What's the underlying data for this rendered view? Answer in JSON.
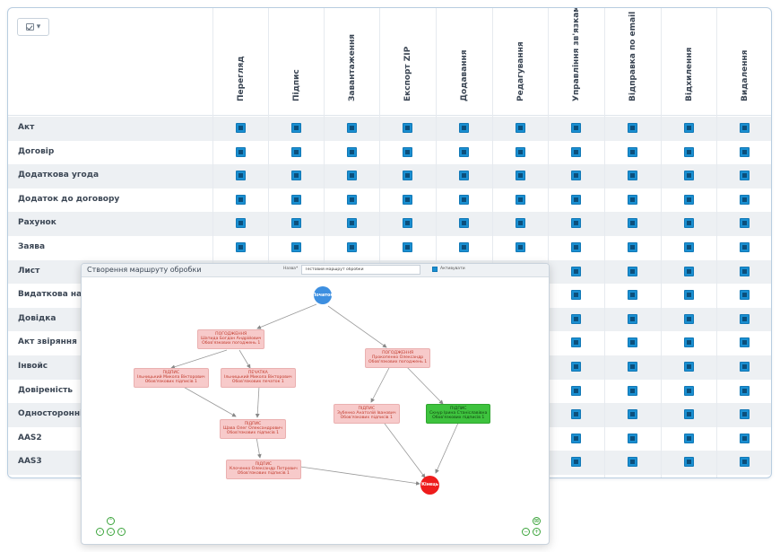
{
  "toolbar": {
    "select_icon": "checkbox-icon",
    "caret_icon": "caret-down-icon"
  },
  "columns": [
    "Перегляд",
    "Підпис",
    "Завантаження",
    "Експорт ZIP",
    "Додавання",
    "Редагування",
    "Управління зв'язками",
    "Відправка по email",
    "Відхилення",
    "Видалення"
  ],
  "rows": [
    "Акт",
    "Договір",
    "Додаткова угода",
    "Додаток до договору",
    "Рахунок",
    "Заява",
    "Лист",
    "Видаткова накл",
    "Довідка",
    "Акт звіряння",
    "Інвойс",
    "Довіреність",
    "Односторонній д",
    "AAS2",
    "AAS3"
  ],
  "cell_state": "checked",
  "colors": {
    "checkbox": "#1a8fd1",
    "node_pink": "#f7caca",
    "node_green": "#3ec33e",
    "start": "#3d8fe0",
    "end": "#ee1c1c"
  },
  "route": {
    "title": "Створення маршруту обробки",
    "name_label": "Назва*",
    "name_value": "Тестовий маршрут обробки",
    "active_label": "Активувати",
    "start_label": "Початок",
    "end_label": "Кінець",
    "nodes": [
      {
        "id": "n1",
        "lines": [
          "ПОГОДЖЕННЯ",
          "Шатида Богдан Андрійович",
          "Обов'язкових погоджень 1"
        ]
      },
      {
        "id": "n2",
        "lines": [
          "ПОГОДЖЕННЯ",
          "Прокопенко Олександр",
          "Обов'язкових погоджень 1"
        ]
      },
      {
        "id": "n3",
        "lines": [
          "ПІДПИС",
          "Ільницький Микола Вікторович",
          "Обов'язкових підписів 1"
        ]
      },
      {
        "id": "n4",
        "lines": [
          "ПЕЧАТКА",
          "Ільницький Микола Вікторович",
          "Обов'язкових печаток 1"
        ]
      },
      {
        "id": "n5",
        "lines": [
          "ПІДПИС",
          "Зубенко Анатолій Іванович",
          "Обов'язкових підписів 1"
        ]
      },
      {
        "id": "n6",
        "lines": [
          "ПІДПИС",
          "Скнур Ірина Станіславівна",
          "Обов'язкових підписів 1"
        ]
      },
      {
        "id": "n7",
        "lines": [
          "ПІДПИС",
          "Щава Олег Олександрович",
          "Обов'язкових підписів 1"
        ]
      },
      {
        "id": "n8",
        "lines": [
          "ПІДПИС",
          "Клоченко Олександр Петрович",
          "Обов'язкових підписів 1"
        ]
      }
    ],
    "controls": [
      "zoom-in-icon",
      "zoom-out-icon",
      "pan-left-icon",
      "pan-right-icon",
      "pan-up-icon",
      "pan-down-icon",
      "fit-icon",
      "reset-icon"
    ]
  }
}
